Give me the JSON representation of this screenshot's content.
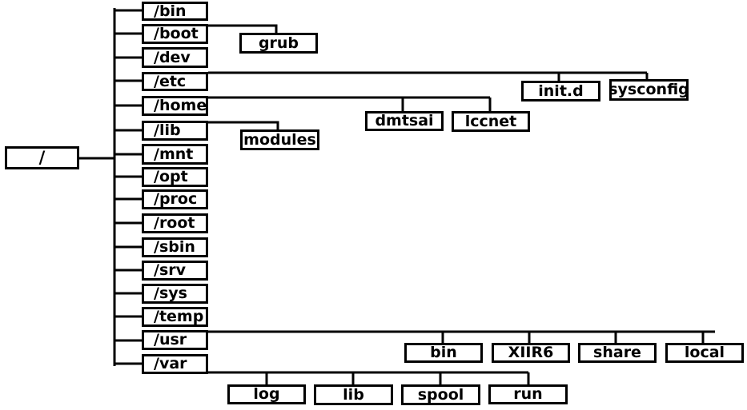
{
  "diagram": {
    "root": "/",
    "top_dirs": [
      "/bin",
      "/boot",
      "/dev",
      "/etc",
      "/home",
      "/lib",
      "/mnt",
      "/opt",
      "/proc",
      "/root",
      "/sbin",
      "/srv",
      "/sys",
      "/temp",
      "/usr",
      "/var"
    ],
    "boot_children": [
      "grub"
    ],
    "etc_children": [
      "init.d",
      "sysconfig"
    ],
    "home_children": [
      "dmtsai",
      "lccnet"
    ],
    "lib_children": [
      "modules"
    ],
    "usr_children": [
      "bin",
      "XIIR6",
      "share",
      "local"
    ],
    "var_children": [
      "log",
      "lib",
      "spool",
      "run"
    ]
  }
}
